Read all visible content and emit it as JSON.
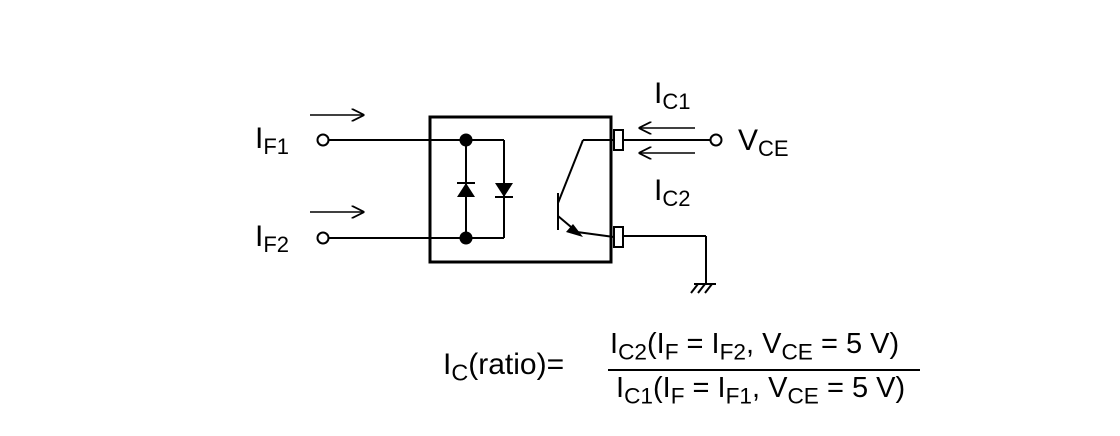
{
  "diagram": {
    "labels": {
      "if1": {
        "main": "I",
        "sub": "F1"
      },
      "if2": {
        "main": "I",
        "sub": "F2"
      },
      "ic1": {
        "main": "I",
        "sub": "C1"
      },
      "ic2": {
        "main": "I",
        "sub": "C2"
      },
      "vce": {
        "main": "V",
        "sub": "CE"
      }
    }
  },
  "formula": {
    "lhs": {
      "main": "I",
      "sub": "C",
      "rest": "(ratio)="
    },
    "numerator": {
      "i": "I",
      "i_sub": "C2",
      "open": "(I",
      "f_sub": "F",
      "eq1": " = I",
      "f2_sub": "F2",
      "comma": ", V",
      "vce_sub": "CE",
      "tail": " = 5 V)"
    },
    "denominator": {
      "i": "I",
      "i_sub": "C1",
      "open": "(I",
      "f_sub": "F",
      "eq1": " = I",
      "f1_sub": "F1",
      "comma": ", V",
      "vce_sub": "CE",
      "tail": " = 5 V)"
    }
  }
}
